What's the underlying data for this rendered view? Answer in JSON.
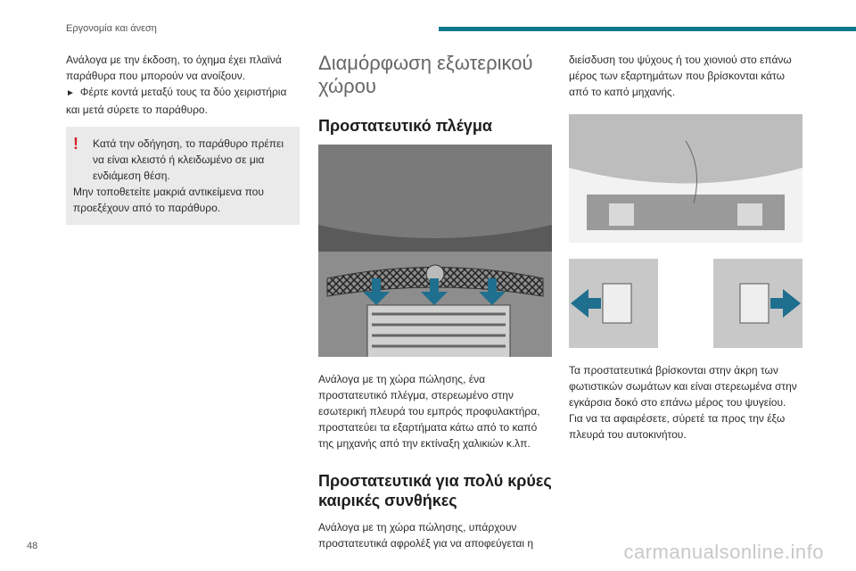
{
  "header": {
    "section": "Εργονομία και άνεση",
    "accent": "#0c7a8c"
  },
  "col1": {
    "p1": "Ανάλογα με την έκδοση, το όχημα έχει πλαϊνά παράθυρα που μπορούν να ανοίξουν.",
    "bullet": "Φέρτε κοντά μεταξύ τους τα δύο χειριστήρια και μετά σύρετε το παράθυρο.",
    "warning_line1": "Κατά την οδήγηση, το παράθυρο πρέπει να είναι κλειστό ή κλειδωμένο σε μια ενδιάμεση θέση.",
    "warning_line2": "Μην τοποθετείτε μακριά αντικείμενα που προεξέχουν από το παράθυρο."
  },
  "col2": {
    "title": "Διαμόρφωση εξωτερικού χώρου",
    "h2a": "Προστατευτικό πλέγμα",
    "p1": "Ανάλογα με τη χώρα πώλησης, ένα προστατευτικό πλέγμα, στερεωμένο στην εσωτερική πλευρά του εμπρός προφυλακτήρα, προστατεύει τα εξαρτήματα κάτω από το καπό της μηχανής από την εκτίναξη χαλικιών κ.λπ.",
    "h2b": "Προστατευτικά για πολύ κρύες καιρικές συνθήκες",
    "p2": "Ανάλογα με τη χώρα πώλησης, υπάρχουν προστατευτικά αφρολέξ για να αποφεύγεται η"
  },
  "col3": {
    "p1": "διείσδυση του ψύχους ή του χιονιού στο επάνω μέρος των εξαρτημάτων που βρίσκονται κάτω από το καπό μηχανής.",
    "p2": "Τα προστατευτικά βρίσκονται στην άκρη των φωτιστικών σωμάτων και είναι στερεωμένα στην εγκάρσια δοκό στο επάνω μέρος του ψυγείου.",
    "p3": "Για να τα αφαιρέσετε, σύρετέ τα προς την έξω πλευρά του αυτοκινήτου."
  },
  "footer": {
    "page_number": "48",
    "watermark": "carmanualsonline.info"
  }
}
